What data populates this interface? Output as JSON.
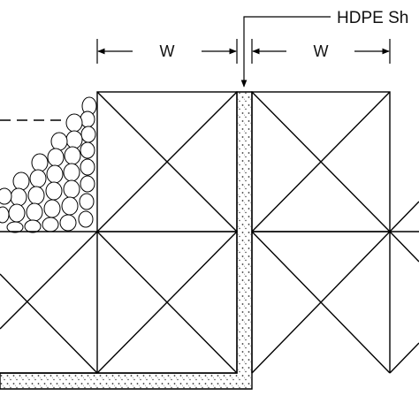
{
  "callout": {
    "text": "HDPE Sh"
  },
  "dimensions": {
    "left_label": "W",
    "right_label": "W"
  },
  "colors": {
    "line": "#000000",
    "background": "#ffffff",
    "fill_dots": "#333333"
  }
}
